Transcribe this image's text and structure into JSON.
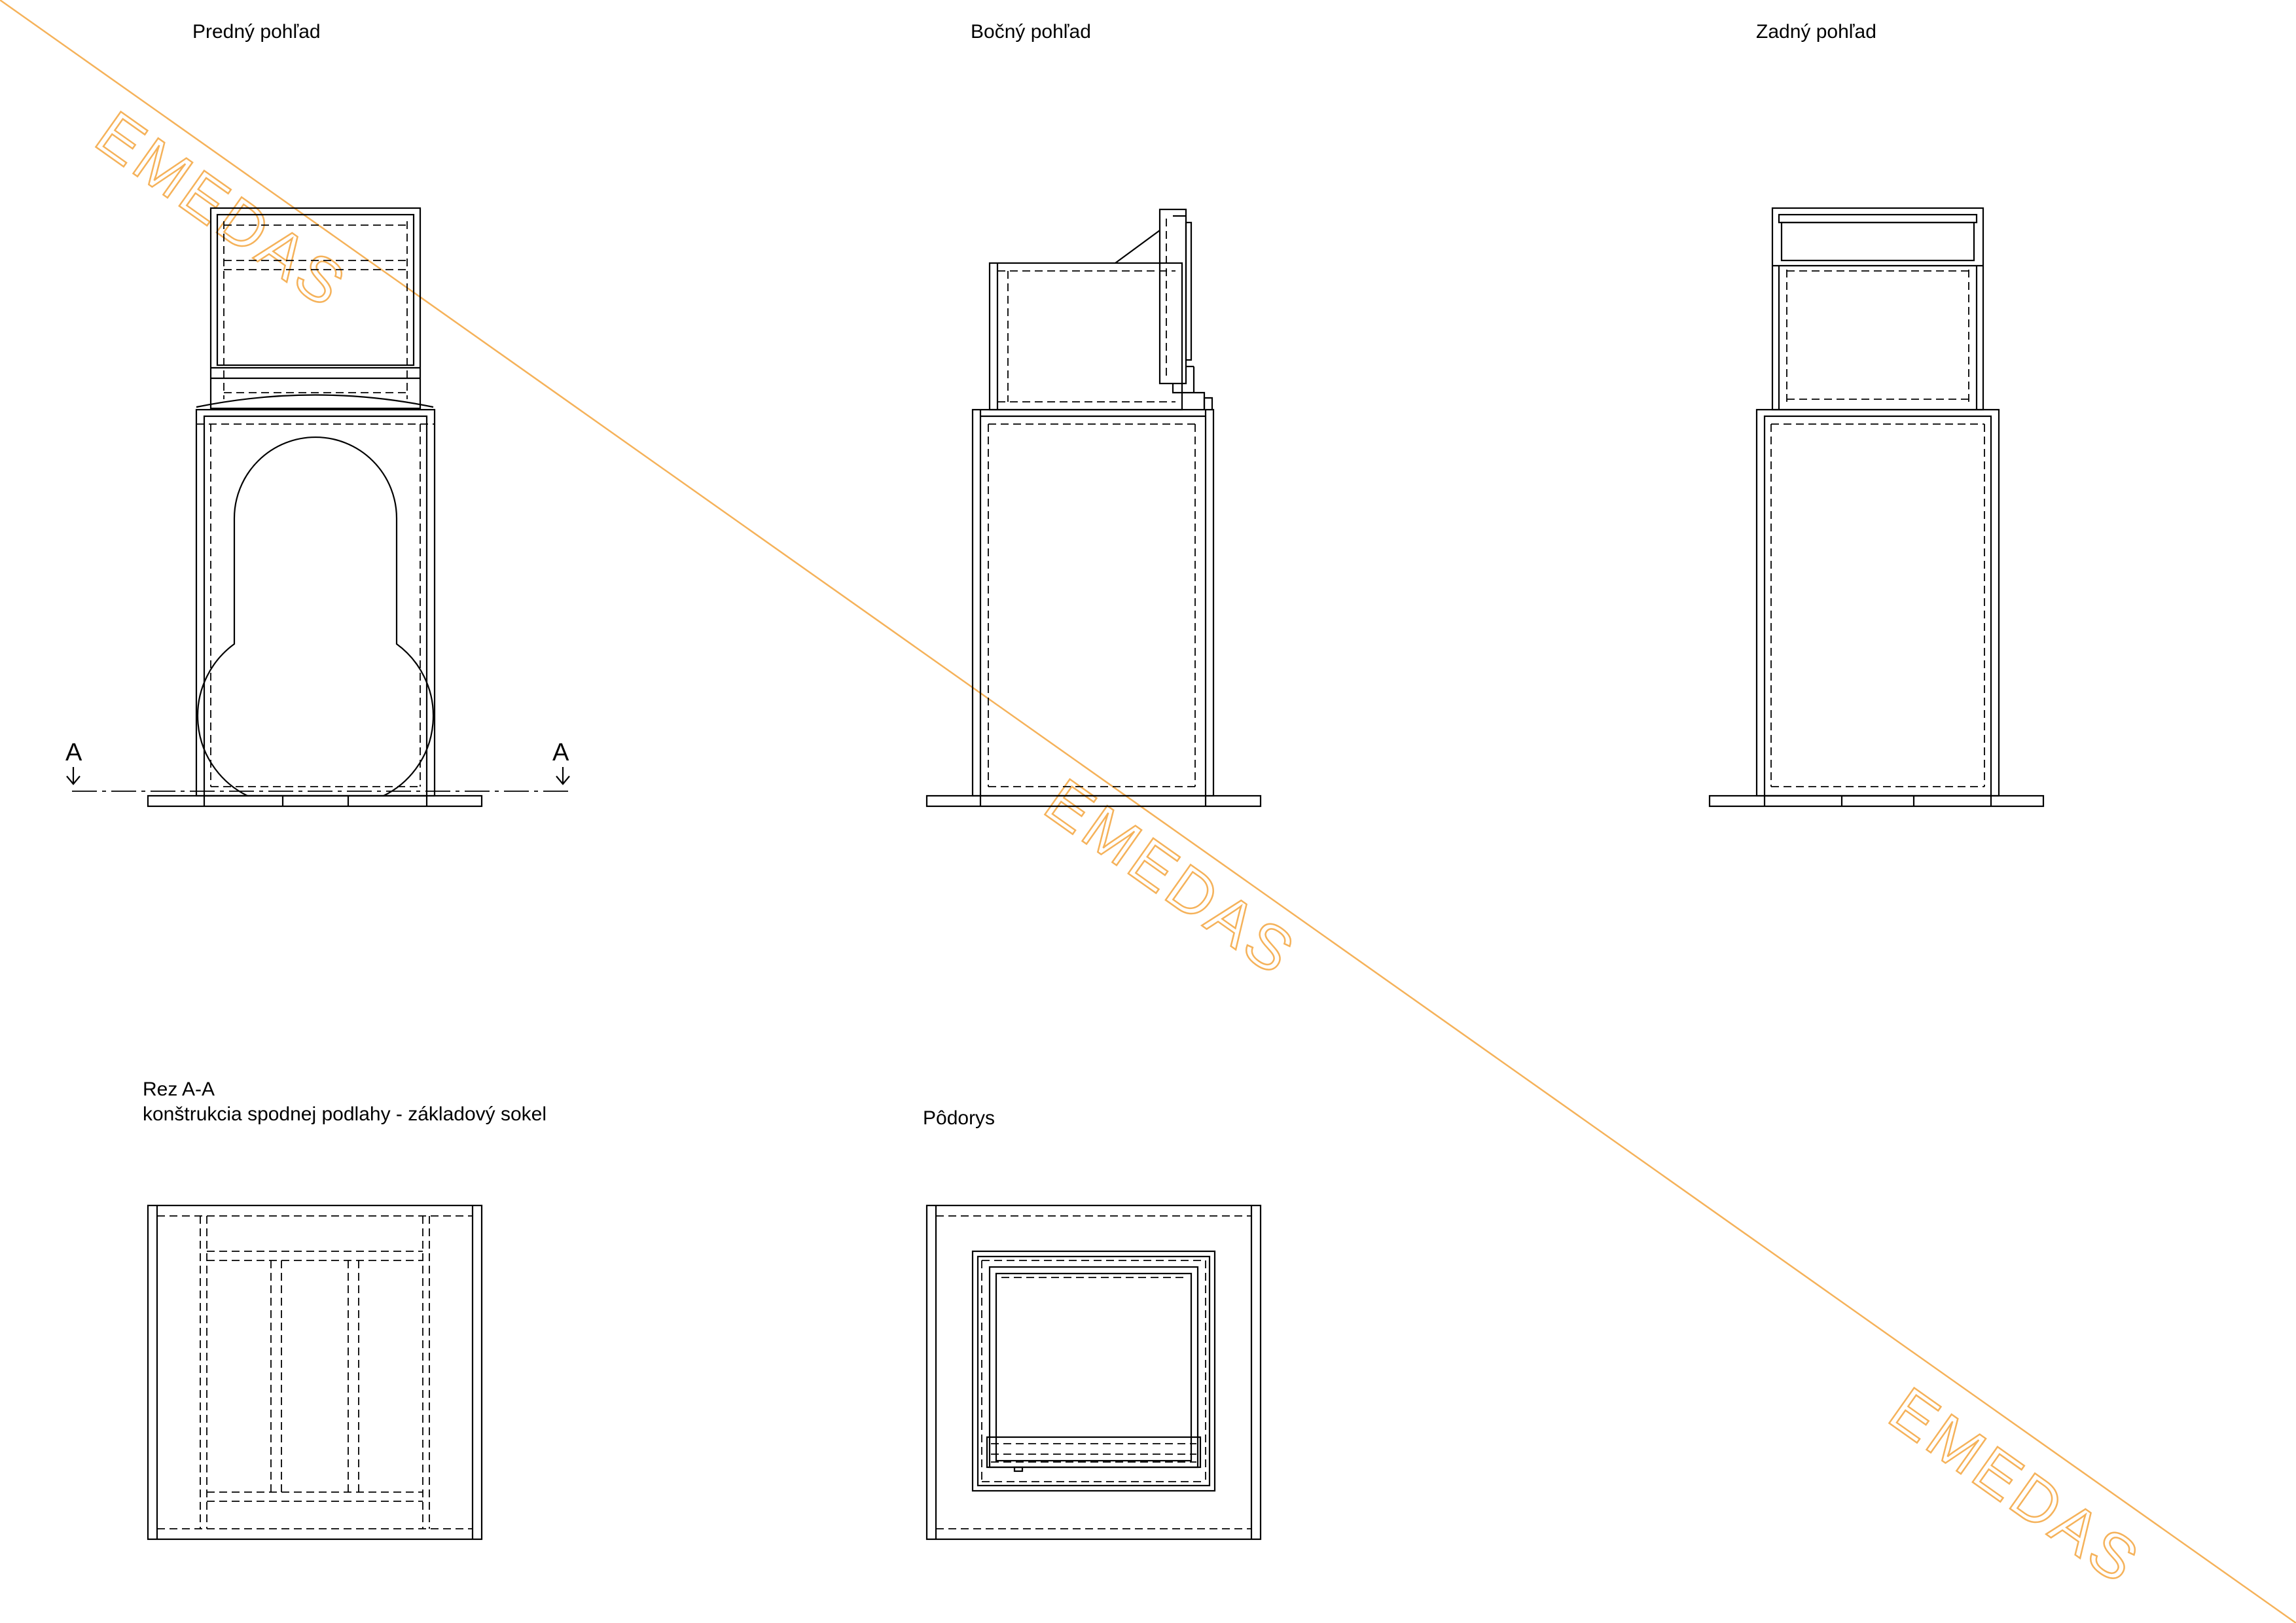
{
  "views": {
    "front": "Predný pohľad",
    "side": "Bočný pohľad",
    "back": "Zadný pohľad",
    "section_title": "Rez A-A",
    "section_subtitle": "konštrukcia spodnej podlahy - základový sokel",
    "plan": "Pôdorys"
  },
  "section_marker": {
    "left": "A",
    "right": "A"
  },
  "watermark": {
    "text": "EMEDAS",
    "color": "#f5b25a"
  },
  "colors": {
    "line": "#000000",
    "watermark": "#f5b25a",
    "background": "#ffffff"
  }
}
